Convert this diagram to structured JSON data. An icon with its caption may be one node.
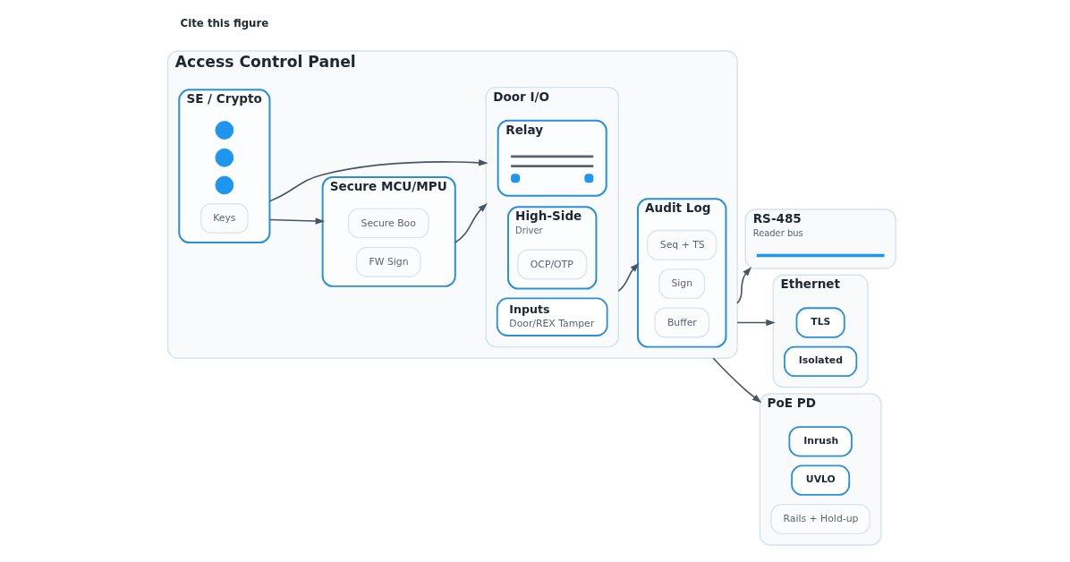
{
  "diagram": {
    "nodes": [
      {
        "text": [
          "Access Control Panel"
        ]
      },
      {
        "text": [
          "Secure MCU/MPU"
        ],
        "in": 0
      },
      {
        "text": [
          "Secure Boo"
        ],
        "in": 1
      },
      {
        "text": [
          "FW Sign"
        ],
        "in": 1
      },
      {
        "text": [
          "SE / Crypto"
        ],
        "in": 0
      },
      {
        "text": [],
        "shape": "circle",
        "in": 4
      },
      {
        "text": [],
        "shape": "circle",
        "in": 4
      },
      {
        "text": [],
        "shape": "circle",
        "in": 4
      },
      {
        "text": [
          "Keys"
        ],
        "in": 4
      },
      {
        "text": [
          "Door I/O"
        ],
        "in": 0
      },
      {
        "text": [
          "Relay"
        ],
        "in": 9
      },
      {
        "text": [],
        "shape": "picture",
        "in": 10
      },
      {
        "text": [
          "High-Side",
          "Driver"
        ],
        "in": 9
      },
      {
        "text": [
          "OCP/OTP"
        ],
        "in": 12
      },
      {
        "text": [
          "Inputs",
          "Door/REX Tamper"
        ],
        "in": 9
      },
      {
        "text": [
          "Audit Log"
        ],
        "in": 0
      },
      {
        "text": [
          "Seq + TS"
        ],
        "in": 15
      },
      {
        "text": [
          "Sign"
        ],
        "in": 15
      },
      {
        "text": [
          "Buffer"
        ],
        "in": 15
      },
      {
        "text": [
          "RS-485",
          "Reader bus"
        ]
      },
      {
        "text": [],
        "shape": "bar",
        "in": 19
      },
      {
        "text": [
          "Ethernet"
        ]
      },
      {
        "text": [
          "TLS"
        ],
        "in": 21
      },
      {
        "text": [
          "Isolated"
        ],
        "in": 21
      },
      {
        "text": [
          "PoE PD"
        ]
      },
      {
        "text": [
          "Inrush"
        ],
        "in": 24
      },
      {
        "text": [
          "UVLO"
        ],
        "in": 24
      },
      {
        "text": [
          "Rails + Hold-up"
        ],
        "in": 24
      }
    ],
    "edges": [
      {
        "from": 4,
        "to": 1,
        "arrow": "to"
      },
      {
        "from": 1,
        "to": 9,
        "arrow": "to"
      },
      {
        "from": 4,
        "to": 9,
        "arrow": "to"
      },
      {
        "from": 9,
        "to": 15,
        "arrow": "to"
      },
      {
        "from": 0,
        "to": 19,
        "arrow": "to"
      },
      {
        "from": 0,
        "to": 21,
        "arrow": "to"
      },
      {
        "from": 0,
        "to": 24,
        "arrow": "to"
      }
    ],
    "labels": [
      "Cite this figure"
    ]
  }
}
